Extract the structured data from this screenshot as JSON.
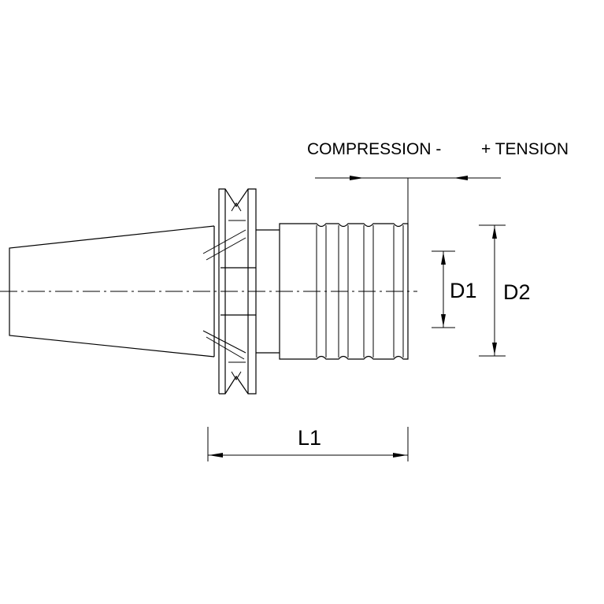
{
  "labels": {
    "compression": "COMPRESSION -",
    "tension": "+ TENSION",
    "d1": "D1",
    "d2": "D2",
    "l1": "L1"
  }
}
